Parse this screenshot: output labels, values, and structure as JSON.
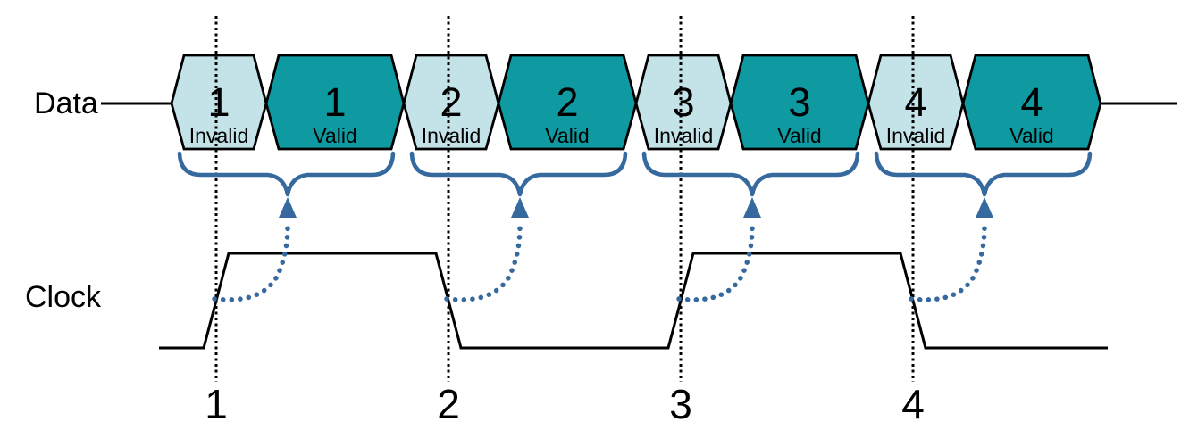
{
  "diagram": {
    "type": "timing-diagram",
    "signals": {
      "data_label": "Data",
      "clock_label": "Clock"
    },
    "cycles": [
      {
        "number": "1",
        "invalid_label": "Invalid",
        "valid_label": "Valid",
        "clock_edge": "rising",
        "edge_number": "1"
      },
      {
        "number": "2",
        "invalid_label": "Invalid",
        "valid_label": "Valid",
        "clock_edge": "falling",
        "edge_number": "2"
      },
      {
        "number": "3",
        "invalid_label": "Invalid",
        "valid_label": "Valid",
        "clock_edge": "rising",
        "edge_number": "3"
      },
      {
        "number": "4",
        "invalid_label": "Invalid",
        "valid_label": "Valid",
        "clock_edge": "falling",
        "edge_number": "4"
      }
    ],
    "colors": {
      "invalid_fill": "#c4e3e8",
      "valid_fill": "#0e9aa0",
      "outline": "#000000",
      "annotation_blue": "#366a9f",
      "background": "#ffffff"
    }
  }
}
